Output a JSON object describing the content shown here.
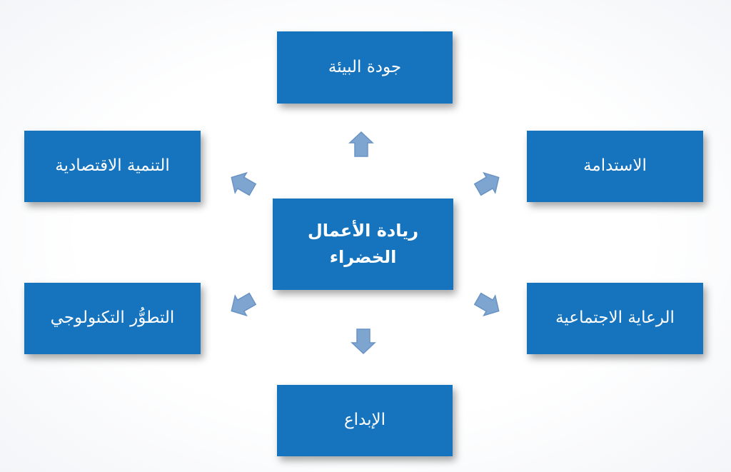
{
  "diagram": {
    "center": {
      "line1": "ريادة الأعمال",
      "line2": "الخضراء"
    },
    "nodes": {
      "top": "جودة البيئة",
      "right_upper": "الاستدامة",
      "right_lower": "الرعاية الاجتماعية",
      "bottom": "الإبداع",
      "left_lower": "التطوُّر التكنولوجي",
      "left_upper": "التنمية الاقتصادية"
    },
    "colors": {
      "box_fill": "#1673bd",
      "box_text": "#ffffff",
      "arrow_fill": "#7ea4d0"
    }
  }
}
